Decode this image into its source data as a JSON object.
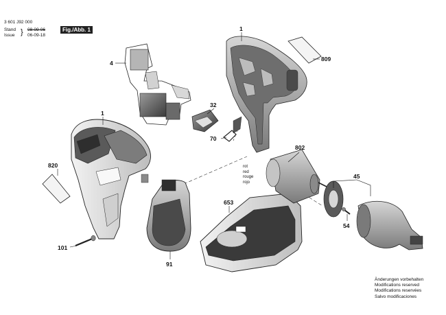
{
  "header": {
    "drawing_number": "3 601 J92 000",
    "stand_label": "Stand",
    "stand_date": "08-09-06",
    "issue_label": "Issue",
    "issue_date": "06-09-18",
    "figure_badge": "Fig./Abb. 1"
  },
  "motor_color_codes": [
    "rot",
    "red",
    "rouge",
    "rojo"
  ],
  "parts": [
    {
      "id": "part-1-housing-right",
      "label": "1"
    },
    {
      "id": "part-1-housing-left",
      "label": "1"
    },
    {
      "id": "part-4-switch",
      "label": "4"
    },
    {
      "id": "part-809-label",
      "label": "809"
    },
    {
      "id": "part-32-slider",
      "label": "32"
    },
    {
      "id": "part-70-spring",
      "label": "70"
    },
    {
      "id": "part-802-motor",
      "label": "802"
    },
    {
      "id": "part-45-gearbox",
      "label": "45"
    },
    {
      "id": "part-54-screw",
      "label": "54"
    },
    {
      "id": "part-820-label",
      "label": "820"
    },
    {
      "id": "part-653-charger",
      "label": "653"
    },
    {
      "id": "part-91-battery",
      "label": "91"
    },
    {
      "id": "part-101-screw",
      "label": "101"
    }
  ],
  "notes": [
    "Änderungen vorbehalten",
    "Modifications reserved",
    "Modifications reservées",
    "Salvo modificaciones"
  ]
}
